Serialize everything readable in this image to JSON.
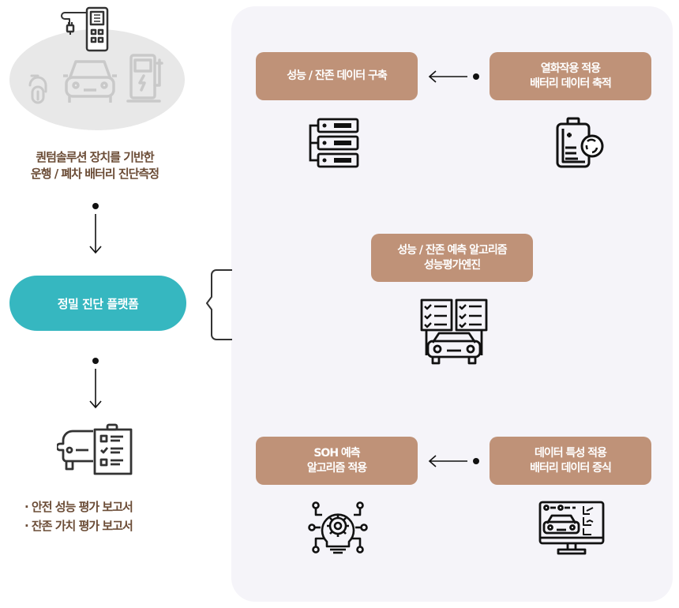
{
  "left_column": {
    "top_caption_line1": "퀀텀솔루션 장치를 기반한",
    "top_caption_line2": "운행 / 폐차 배터리 진단측정",
    "platform_label": "정밀 진단 플랫폼",
    "reports": [
      "· 안전 성능 평가 보고서",
      "· 잔존 가치 평가 보고서"
    ]
  },
  "right_panel": {
    "steps": [
      {
        "id": "build-data",
        "label": "성능 / 잔존 데이터 구축",
        "icon": "server-stack-icon"
      },
      {
        "id": "accumulate-data",
        "label": "열화작용 적용\n배터리 데이터 축적",
        "icon": "battery-recycle-icon"
      },
      {
        "id": "evaluation-engine",
        "label": "성능 / 잔존 예측 알고리즘\n성능평가엔진",
        "icon": "car-checklist-icon"
      },
      {
        "id": "soh-algorithm",
        "label": "SOH 예측\n알고리즘 적용",
        "icon": "gear-bulb-circuit-icon"
      },
      {
        "id": "augment-data",
        "label": "데이터 특성 적용\n배터리 데이터 증식",
        "icon": "monitor-car-icon"
      }
    ]
  },
  "colors": {
    "brown_box": "#bf9278",
    "text_brown": "#6b4c36",
    "teal": "#36b7c0",
    "panel_bg": "#f5f4f9"
  }
}
